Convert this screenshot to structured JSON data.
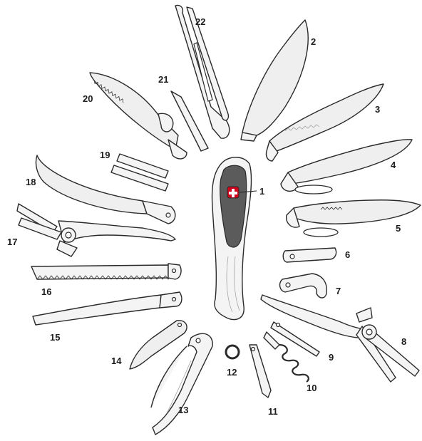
{
  "labels": {
    "l1": "1",
    "l2": "2",
    "l3": "3",
    "l4": "4",
    "l5": "5",
    "l6": "6",
    "l7": "7",
    "l8": "8",
    "l9": "9",
    "l10": "10",
    "l11": "11",
    "l12": "12",
    "l13": "13",
    "l14": "14",
    "l15": "15",
    "l16": "16",
    "l17": "17",
    "l18": "18",
    "l19": "19",
    "l20": "20",
    "l21": "21",
    "l22": "22"
  },
  "colors": {
    "outline": "#2a2a2a",
    "fill": "#f4f4f4",
    "scale": "#5b5b5b",
    "badge": "#d0021b"
  },
  "icons": {
    "badge": "swiss-cross-icon"
  }
}
